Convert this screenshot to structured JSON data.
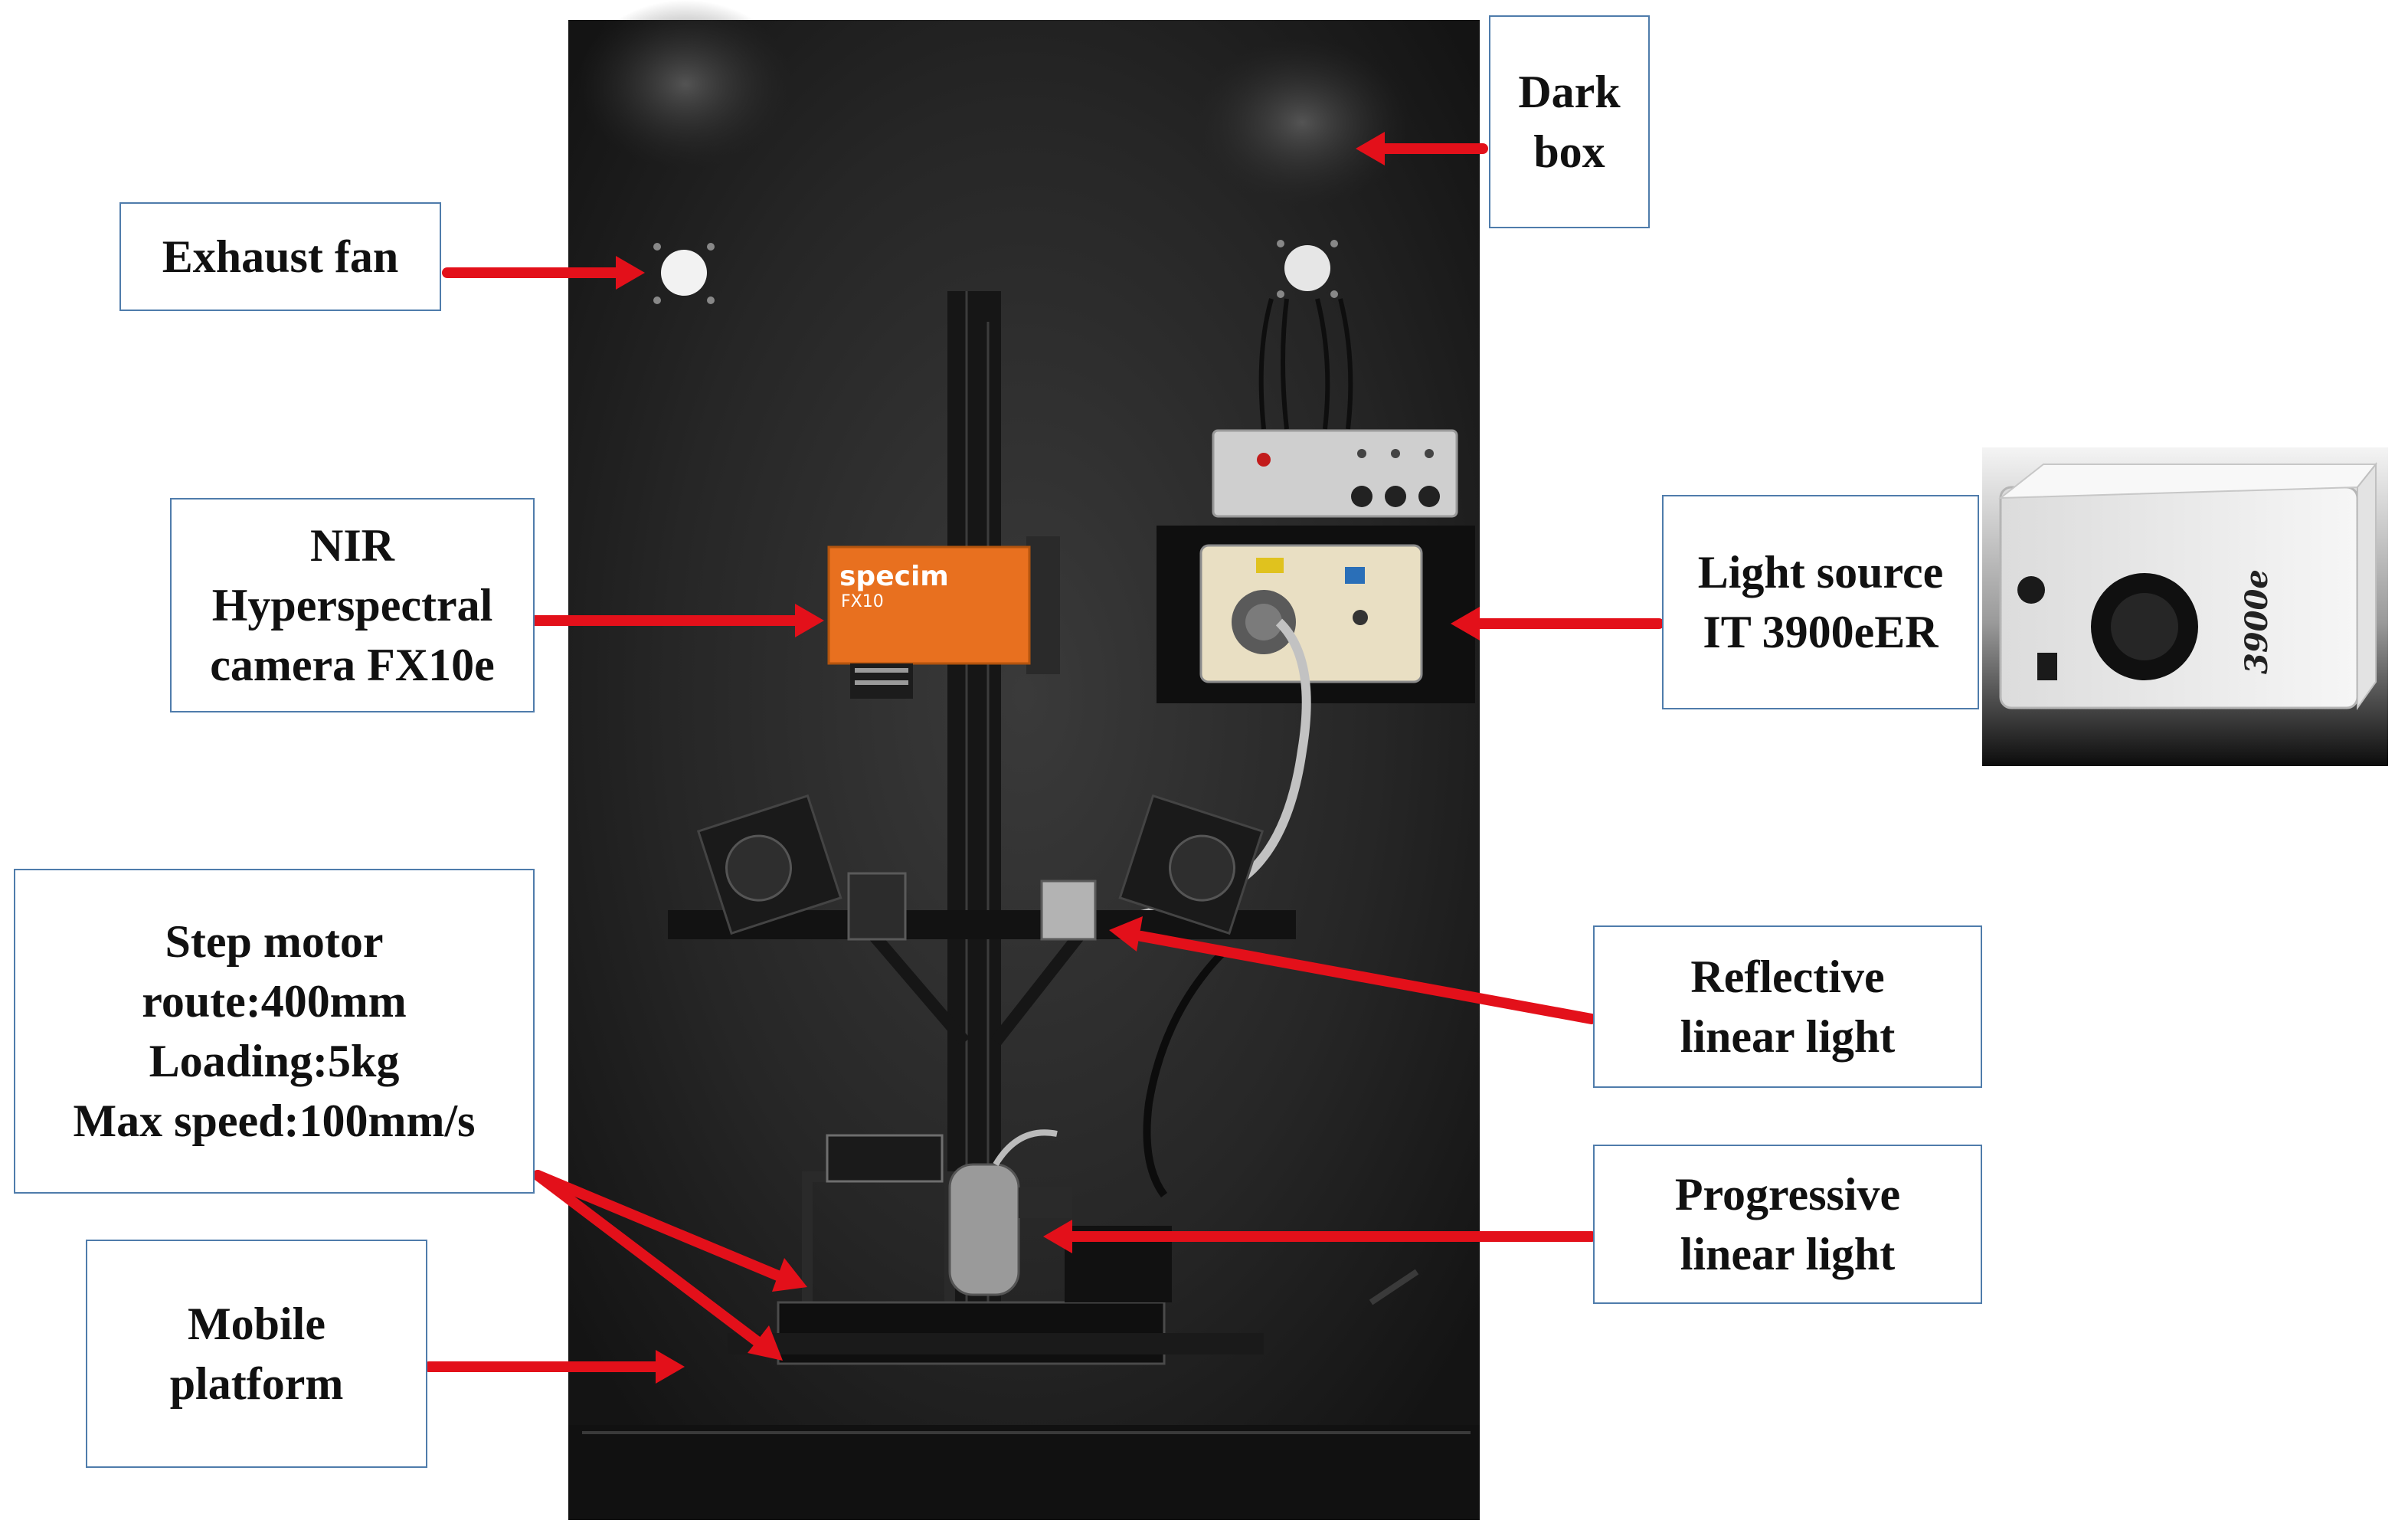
{
  "colors": {
    "arrow": "#e3101a",
    "box_border": "#4f7cab",
    "camera_body": "#e8701f",
    "dark_box": "#1d1d1d"
  },
  "camera": {
    "brand": "specim",
    "model": "FX10"
  },
  "inset": {
    "model_text": "3900e"
  },
  "labels": {
    "dark_box": {
      "lines": [
        "Dark",
        "box"
      ]
    },
    "exhaust_fan": {
      "lines": [
        "Exhaust fan"
      ]
    },
    "nir_camera": {
      "lines": [
        "NIR",
        "Hyperspectral",
        "camera FX10e"
      ]
    },
    "light_source": {
      "lines": [
        "Light source",
        "IT 3900eER"
      ]
    },
    "step_motor": {
      "lines": [
        "Step motor",
        "route:400mm",
        "Loading:5kg",
        "Max speed:100mm/s"
      ]
    },
    "reflective_light": {
      "lines": [
        "Reflective",
        "linear light"
      ]
    },
    "progressive_light": {
      "lines": [
        "Progressive",
        "linear light"
      ]
    },
    "mobile_platform": {
      "lines": [
        "Mobile",
        "platform"
      ]
    }
  }
}
